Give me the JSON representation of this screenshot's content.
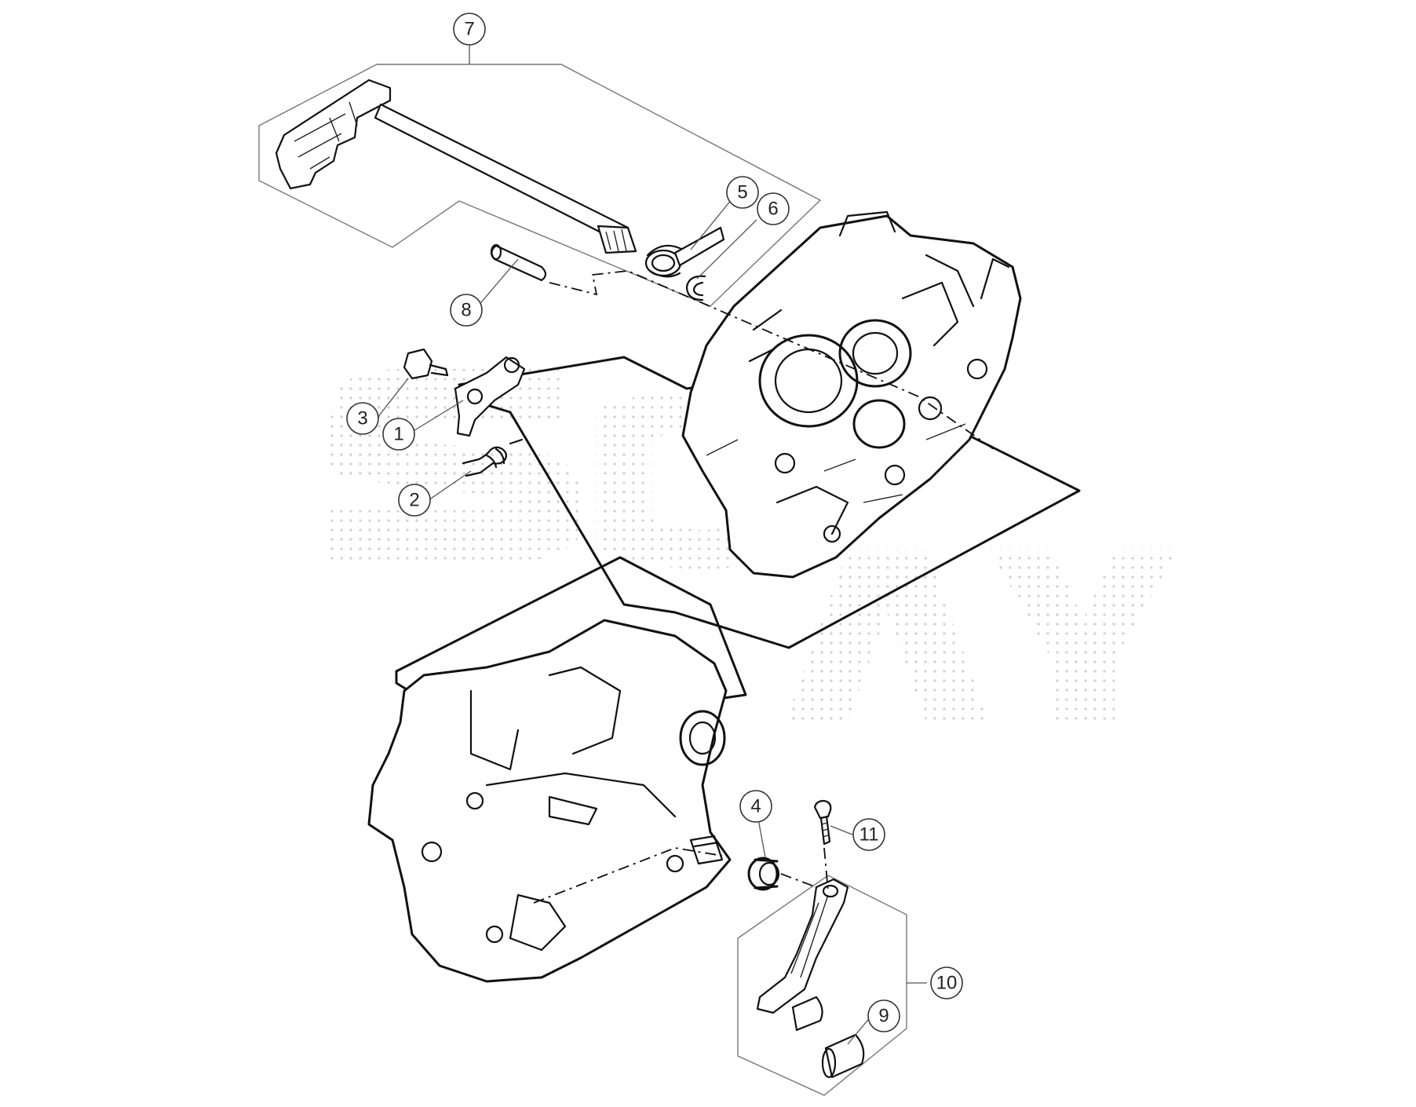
{
  "diagram": {
    "callouts": [
      {
        "id": "1",
        "label": "1"
      },
      {
        "id": "2",
        "label": "2"
      },
      {
        "id": "3",
        "label": "3"
      },
      {
        "id": "4",
        "label": "4"
      },
      {
        "id": "5",
        "label": "5"
      },
      {
        "id": "6",
        "label": "6"
      },
      {
        "id": "7",
        "label": "7"
      },
      {
        "id": "8",
        "label": "8"
      },
      {
        "id": "9",
        "label": "9"
      },
      {
        "id": "10",
        "label": "10"
      },
      {
        "id": "11",
        "label": "11"
      }
    ],
    "colors": {
      "line": "#111111",
      "watermark": "#d6d6d6",
      "background": "#ffffff"
    }
  }
}
